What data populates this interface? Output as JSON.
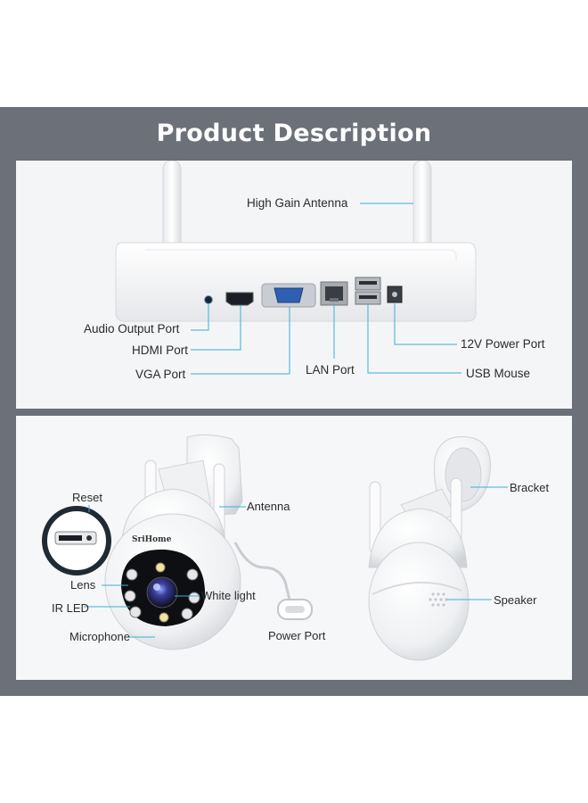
{
  "header": {
    "title": "Product Description"
  },
  "nvr": {
    "labels": {
      "antenna": "High Gain Antenna",
      "audio": "Audio Output Port",
      "hdmi": "HDMI Port",
      "vga": "VGA Port",
      "lan": "LAN Port",
      "power": "12V Power Port",
      "usb": "USB Mouse"
    }
  },
  "camera": {
    "brand_logo": "SriHome",
    "labels": {
      "reset": "Reset",
      "antenna": "Antenna",
      "lens": "Lens",
      "white_light": "White light",
      "ir_led": "IR LED",
      "microphone": "Microphone",
      "power_port": "Power Port",
      "bracket": "Bracket",
      "speaker": "Speaker"
    }
  },
  "colors": {
    "band": "#6b7079",
    "panel": "#f4f5f7",
    "leader_line": "#39b0d6",
    "title_text": "#ffffff"
  }
}
